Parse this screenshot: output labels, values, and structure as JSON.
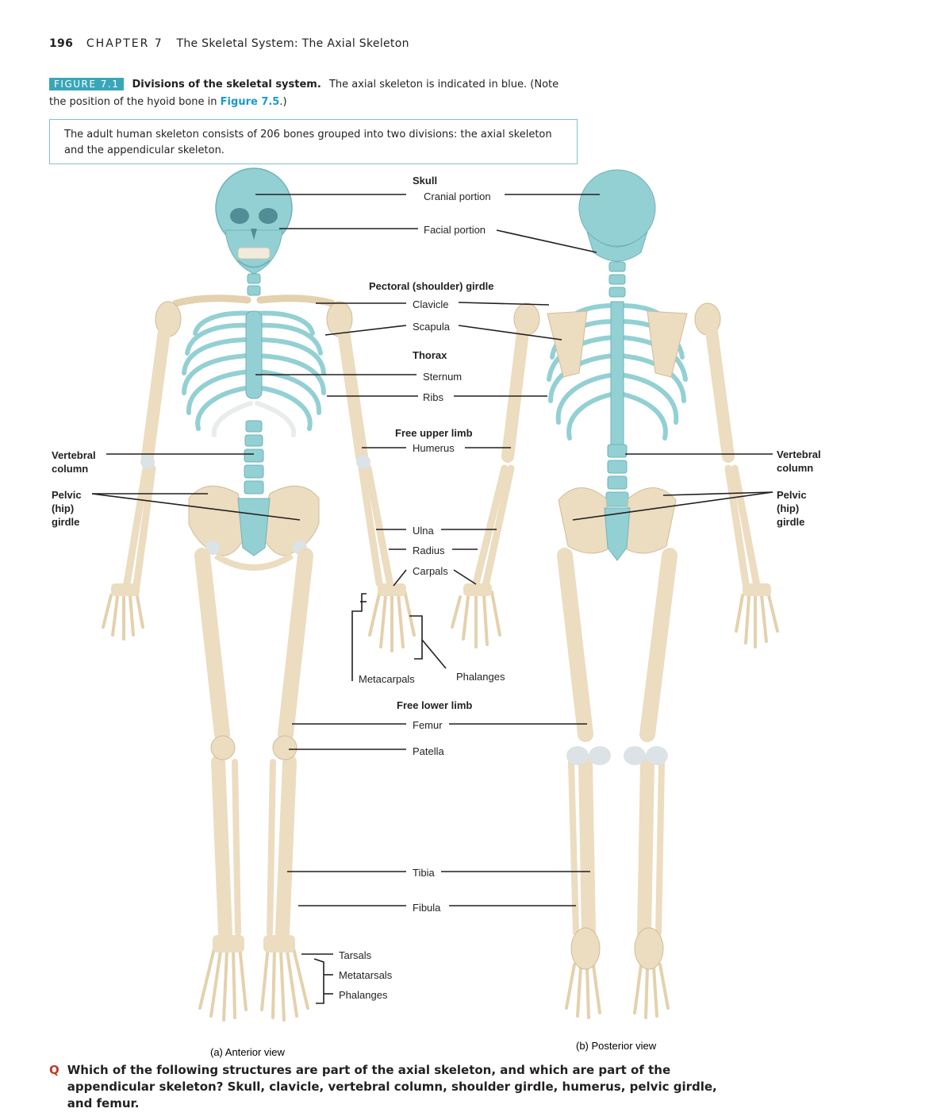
{
  "running_head": {
    "page_number": "196",
    "chapter": "CHAPTER 7",
    "title": "The Skeletal System: The Axial Skeleton"
  },
  "figure": {
    "tag": "FIGURE 7.1",
    "title": "Divisions of the skeletal system.",
    "caption_text": "The axial skeleton is indicated in blue. (Note the position of the hyoid bone in",
    "caption_link": "Figure 7.5",
    "caption_end": ".)"
  },
  "summary": "The adult human skeleton consists of 206 bones grouped into two divisions: the axial skeleton and the appendicular skeleton.",
  "labels": {
    "skull": "Skull",
    "cranial": "Cranial portion",
    "facial": "Facial portion",
    "pectoral": "Pectoral (shoulder) girdle",
    "clavicle": "Clavicle",
    "scapula": "Scapula",
    "thorax": "Thorax",
    "sternum": "Sternum",
    "ribs": "Ribs",
    "free_upper": "Free upper limb",
    "humerus": "Humerus",
    "ulna": "Ulna",
    "radius": "Radius",
    "carpals": "Carpals",
    "metacarpals": "Metacarpals",
    "phalanges_hand": "Phalanges",
    "free_lower": "Free lower limb",
    "femur": "Femur",
    "patella": "Patella",
    "tibia": "Tibia",
    "fibula": "Fibula",
    "tarsals": "Tarsals",
    "metatarsals": "Metatarsals",
    "phalanges_foot": "Phalanges",
    "vertebral_l1": "Vertebral",
    "vertebral_l2": "column",
    "pelvic_l1": "Pelvic",
    "pelvic_l2": "(hip)",
    "pelvic_l3": "girdle"
  },
  "views": {
    "anterior": "(a) Anterior view",
    "posterior": "(b) Posterior view"
  },
  "question": {
    "marker": "Q",
    "text": "Which of the following structures are part of the axial skeleton, and which are part of the appendicular skeleton? Skull, clavicle, vertebral column, shoulder girdle, humerus, pelvic girdle, and femur."
  },
  "colors": {
    "axial": "#93d0d4",
    "appendicular": "#ecdcc0",
    "cartilage": "#dbe3e6",
    "accent": "#3aa6b9",
    "link": "#1a9bc7",
    "question_marker": "#c0392b"
  }
}
